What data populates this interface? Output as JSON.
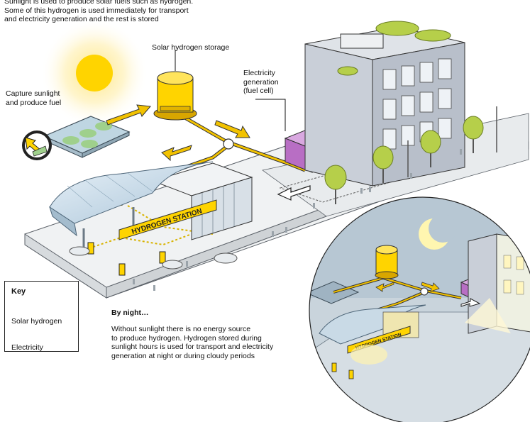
{
  "intro": {
    "line1": "Sunlight is used to produce solar fuels such as hydrogen.",
    "line2": "Some of this hydrogen is used immediately for transport",
    "line3": "and electricity generation and the rest is stored"
  },
  "labels": {
    "storage": "Solar hydrogen storage",
    "capture_line1": "Capture sunlight",
    "capture_line2": "and produce fuel",
    "electricity_line1": "Electricity",
    "electricity_line2": "generation",
    "electricity_line3": "(fuel cell)"
  },
  "station_sign": "HYDROGEN STATION",
  "night_station_sign": "HYDROGEN STATION",
  "key": {
    "title": "Key",
    "solar_hydrogen": "Solar hydrogen",
    "electricity": "Electricity"
  },
  "night": {
    "title": "By night…",
    "line1": "Without sunlight there is no energy source",
    "line2": "to produce hydrogen. Hydrogen stored during",
    "line3": "sunlight hours is used for transport and electricity",
    "line4": "generation at night or during cloudy periods"
  },
  "colors": {
    "hydrogen": "#f2c200",
    "sun": "#ffd400",
    "fuel_cell": "#b86ec4",
    "night_sky": "#b7c7d3",
    "building": "#c9cfd8",
    "tree": "#b6cf4a"
  }
}
